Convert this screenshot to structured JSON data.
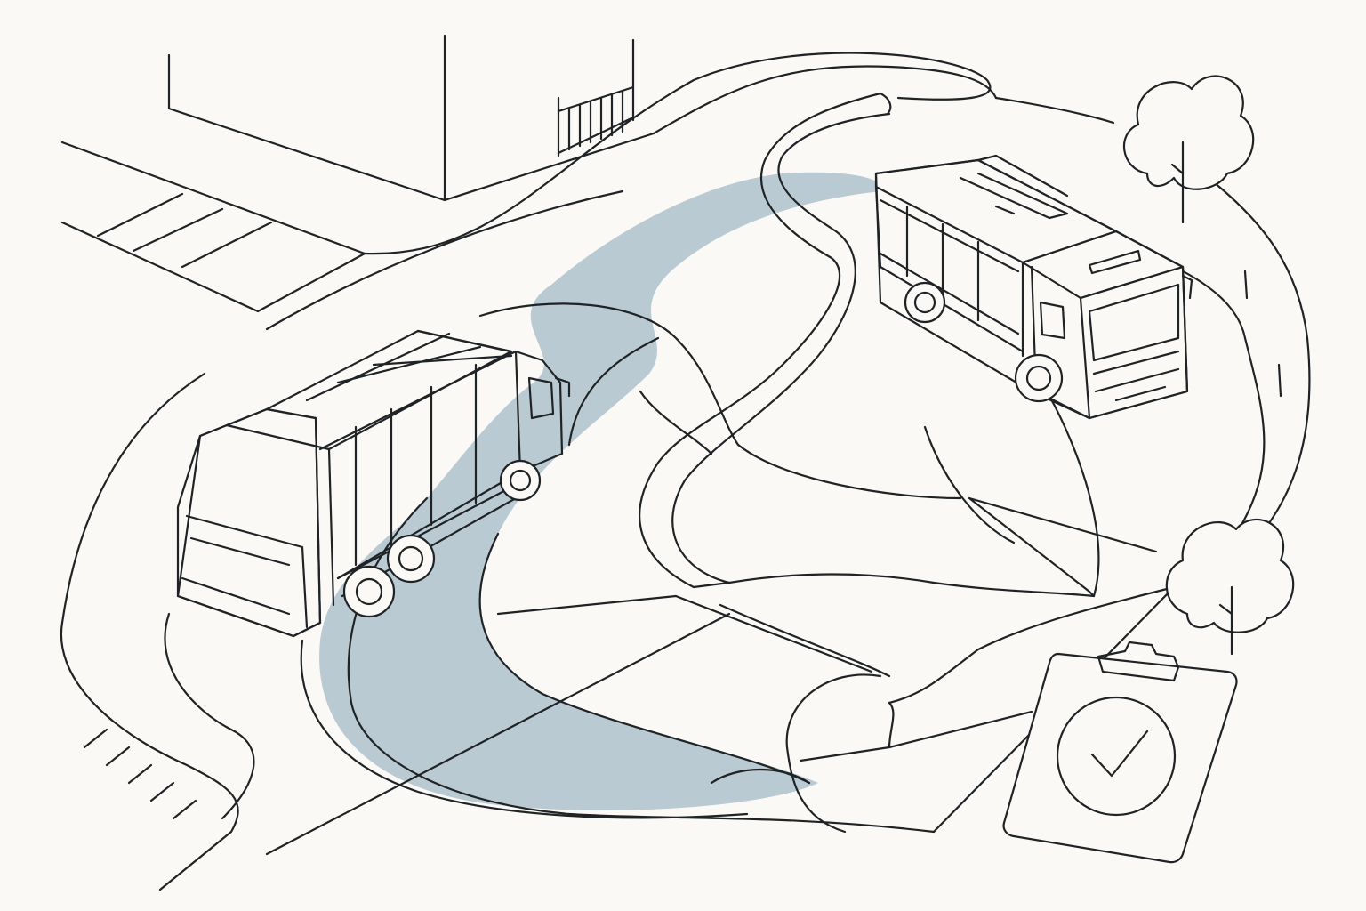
{
  "palette": {
    "background": "#fbf9f5",
    "ink": "#1f2326",
    "route_highlight": "#b9cad3",
    "fill_white": "#fbf9f5"
  },
  "illustration": {
    "vehicles": [
      {
        "kind": "refuse-collection-truck",
        "icon": "garbage-truck-icon"
      },
      {
        "kind": "city-bus",
        "icon": "bus-icon"
      }
    ],
    "symbols": [
      {
        "kind": "clipboard-with-checkmark",
        "icon": "clipboard-check-icon"
      },
      {
        "kind": "tree",
        "icon": "tree-icon"
      },
      {
        "kind": "building",
        "icon": "building-icon"
      }
    ]
  }
}
